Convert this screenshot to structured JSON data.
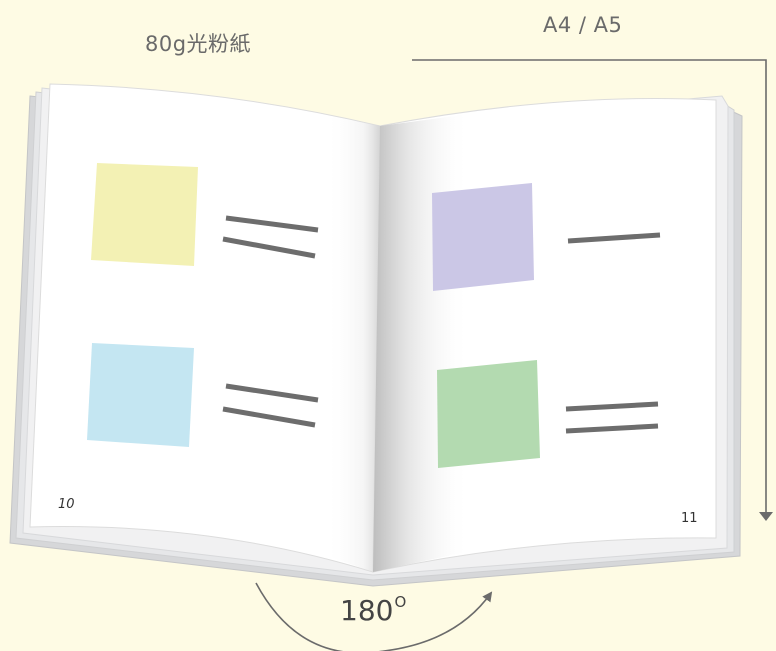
{
  "labels": {
    "paper": "80g光粉紙",
    "size": "A4 / A5",
    "angle": "180",
    "angle_unit": "O",
    "left_page_number": "10",
    "right_page_number": "11"
  },
  "colors": {
    "background": "#fefbe4",
    "page": "#ffffff",
    "page_edges": "#d9dadc",
    "text_bar": "#6d6d6d",
    "arrow": "#6b6b6b",
    "swatch_yellow": "#f3f1b4",
    "swatch_blue": "#c4e6f2",
    "swatch_purple": "#cbc7e6",
    "swatch_green": "#b3dab0"
  }
}
